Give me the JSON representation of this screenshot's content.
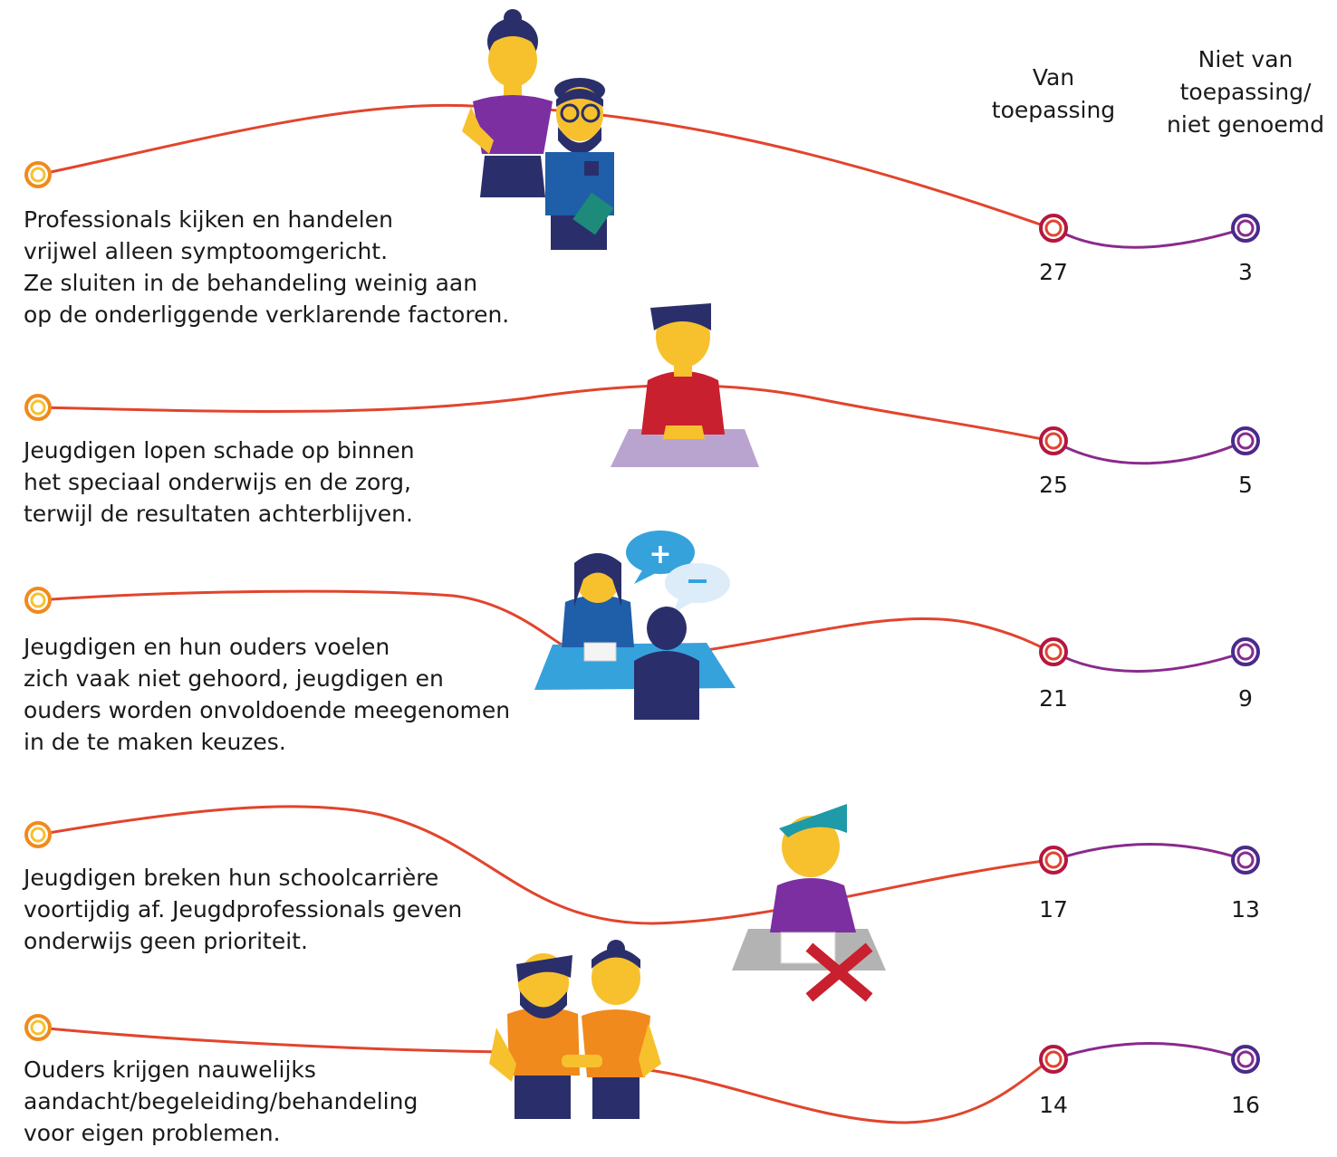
{
  "headers": {
    "applies": [
      "Van",
      "toepassing"
    ],
    "not_applies": [
      "Niet van",
      "toepassing/",
      "niet genoemd"
    ]
  },
  "colors": {
    "start_ring": "#f08a1c",
    "line": "#e2442d",
    "applies_ring": "#b5173e",
    "not_applies_ring": "#4b2a8c",
    "connector": "#8a2a8c"
  },
  "statements": [
    {
      "lines": [
        "Professionals kijken en handelen",
        "vrijwel alleen symptoomgericht.",
        "Ze sluiten in de behandeling weinig aan",
        "op de onderliggende verklarende factoren."
      ],
      "applies": 27,
      "not_applies": 3,
      "illustration": "two-professionals-icon"
    },
    {
      "lines": [
        "Jeugdigen lopen schade op binnen",
        "het speciaal onderwijs en de zorg,",
        "terwijl de resultaten achterblijven."
      ],
      "applies": 25,
      "not_applies": 5,
      "illustration": "youth-at-desk-icon"
    },
    {
      "lines": [
        "Jeugdigen en hun ouders voelen",
        "zich vaak niet gehoord, jeugdigen en",
        "ouders worden onvoldoende meegenomen",
        "in de te maken keuzes."
      ],
      "applies": 21,
      "not_applies": 9,
      "illustration": "conversation-icon"
    },
    {
      "lines": [
        "Jeugdigen breken hun schoolcarrière",
        "voortijdig af. Jeugdprofessionals geven",
        "onderwijs geen prioriteit."
      ],
      "applies": 17,
      "not_applies": 13,
      "illustration": "school-dropout-icon"
    },
    {
      "lines": [
        "Ouders krijgen nauwelijks",
        "aandacht/begeleiding/behandeling",
        "voor eigen problemen."
      ],
      "applies": 14,
      "not_applies": 16,
      "illustration": "parents-icon"
    }
  ]
}
